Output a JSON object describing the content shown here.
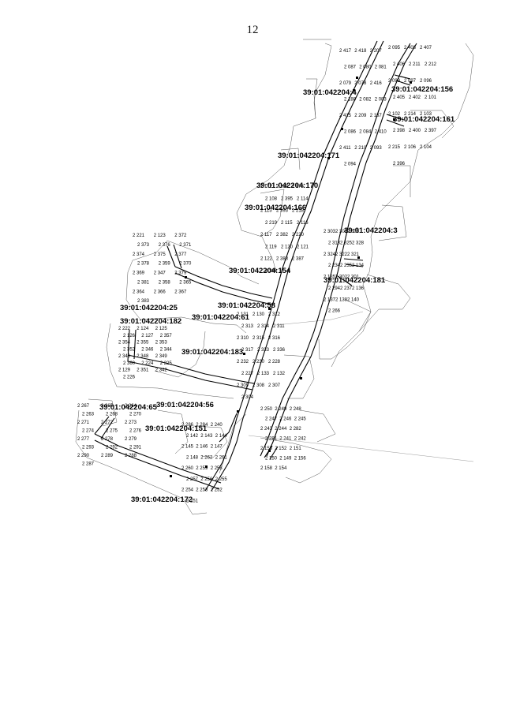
{
  "page_number": "12",
  "cadastral_labels": [
    "39:01:042204:4",
    "39:01:042204:156",
    "39:01:042204:161",
    "39:01:042204:171",
    "39:01:042204:170",
    "39:01:042204:166",
    "39:01:042204:3",
    "39:01:042204:154",
    "39:01:042204:181",
    "39:01:042204:25",
    "39:01:042204:58",
    "39:01:042204:61",
    "39:01:042204:182",
    "39:01:042204:183",
    "39:01:042204:56",
    "39:01:042204:65",
    "39:01:042204:151",
    "39:01:042204:172"
  ],
  "point_labels": [
    "2 417",
    "2 418",
    "2 207",
    "2 087",
    "2 080",
    "2 081",
    "2 079",
    "2 078",
    "2 416",
    "2 188",
    "2 082",
    "2 083",
    "2 415",
    "2 209",
    "2 187",
    "2 086",
    "2 084",
    "2 410",
    "2 411",
    "2 210",
    "2 093",
    "2 094",
    "2 095",
    "2 408",
    "2 407",
    "2 406",
    "2 211",
    "2 212",
    "2 099",
    "2 097",
    "2 096",
    "2 405",
    "2 402",
    "2 101",
    "2 102",
    "2 214",
    "2 103",
    "2 398",
    "2 400",
    "2 397",
    "2 215",
    "2 106",
    "2 104",
    "2 396",
    "2 172",
    "2 217",
    "2 175",
    "2 108",
    "2 395",
    "2 114",
    "2 113",
    "2 393",
    "2 218",
    "2 219",
    "2 115",
    "2 116",
    "2 117",
    "2 382",
    "2 220",
    "2 119",
    "2 120",
    "2 121",
    "2 122",
    "2 388",
    "2 387",
    "2 386",
    "2 221",
    "2 123",
    "2 372",
    "2 373",
    "2 376",
    "2 371",
    "2 374",
    "2 375",
    "2 377",
    "2 378",
    "2 359",
    "2 370",
    "2 369",
    "2 347",
    "2 379",
    "2 381",
    "2 358",
    "2 365",
    "2 364",
    "2 366",
    "2 367",
    "2 383",
    "2 222",
    "2 124",
    "2 125",
    "2 126",
    "2 127",
    "2 357",
    "2 354",
    "2 355",
    "2 353",
    "2 352",
    "2 346",
    "2 344",
    "2 343",
    "2 348",
    "2 349",
    "2 360",
    "2 224",
    "2 225",
    "2 129",
    "2 351",
    "2 342",
    "2 226",
    "2 131",
    "2 130",
    "2 312",
    "2 313",
    "2 314",
    "2 311",
    "2 310",
    "2 315",
    "2 316",
    "2 317",
    "2 333",
    "2 336",
    "2 232",
    "2 230",
    "2 228",
    "2 227",
    "2 133",
    "2 132",
    "2 309",
    "2 308",
    "2 307",
    "2 304",
    "2 303",
    "2 306",
    "2 305",
    "2 318",
    "2 325",
    "2 328",
    "2 324",
    "2 322",
    "2 321",
    "2 234",
    "2 235",
    "2 134",
    "2 135",
    "2 302",
    "2 301",
    "2 294",
    "2 237",
    "2 136",
    "2 137",
    "2 138",
    "2 140",
    "2 266",
    "2 267",
    "2 265",
    "2 264",
    "2 263",
    "2 268",
    "2 270",
    "2 271",
    "2 272",
    "2 273",
    "2 274",
    "2 275",
    "2 276",
    "2 277",
    "2 278",
    "2 279",
    "2 293",
    "2 292",
    "2 291",
    "2 290",
    "2 289",
    "2 288",
    "2 287",
    "2 286",
    "2 284",
    "2 240",
    "2 142",
    "2 143",
    "2 144",
    "2 145",
    "2 146",
    "2 147",
    "2 148",
    "2 262",
    "2 261",
    "2 260",
    "2 259",
    "2 258",
    "2 257",
    "2 256",
    "2 255",
    "2 254",
    "2 253",
    "2 252",
    "2 251",
    "2 250",
    "2 249",
    "2 248",
    "2 247",
    "2 246",
    "2 245",
    "2 243",
    "2 244",
    "2 282",
    "2 281",
    "2 241",
    "2 242",
    "2 153",
    "2 152",
    "2 151",
    "2 150",
    "2 149",
    "2 156",
    "2 158",
    "2 154"
  ]
}
